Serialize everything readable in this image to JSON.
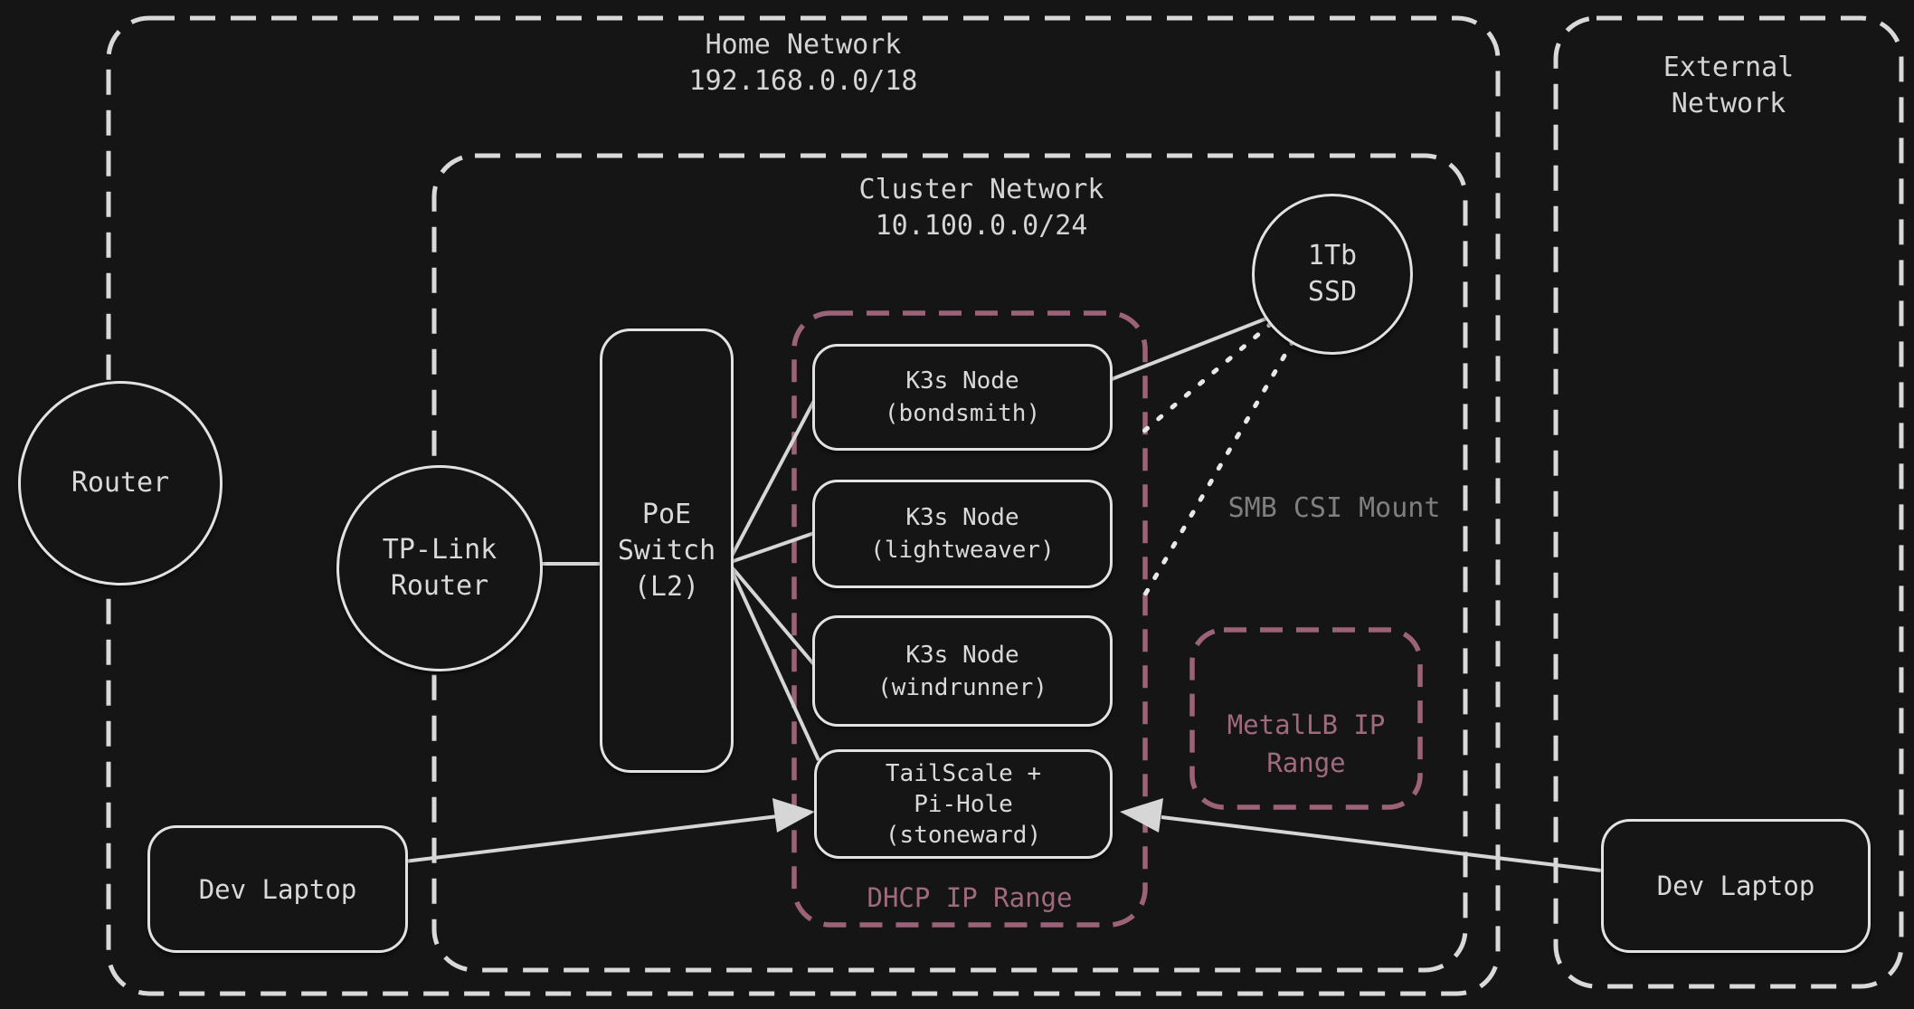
{
  "diagram": {
    "type": "network-topology",
    "containers": {
      "home": {
        "title": "Home Network\n192.168.0.0/18"
      },
      "cluster": {
        "title": "Cluster Network\n10.100.0.0/24"
      },
      "external": {
        "title": "External\nNetwork"
      },
      "dhcp": {
        "label": "DHCP IP Range"
      },
      "metallb": {
        "label": "MetalLB IP\nRange"
      }
    },
    "nodes": {
      "router": {
        "label": "Router",
        "shape": "circle"
      },
      "tplink_router": {
        "label": "TP-Link\nRouter",
        "shape": "circle"
      },
      "poe_switch": {
        "label": "PoE\nSwitch\n(L2)",
        "shape": "rounded-rect"
      },
      "k3s_bondsmith": {
        "label": "K3s Node\n(bondsmith)",
        "shape": "rounded-rect"
      },
      "k3s_lightweaver": {
        "label": "K3s Node\n(lightweaver)",
        "shape": "rounded-rect"
      },
      "k3s_windrunner": {
        "label": "K3s Node\n(windrunner)",
        "shape": "rounded-rect"
      },
      "stoneward": {
        "label": "TailScale +\nPi-Hole\n(stoneward)",
        "shape": "rounded-rect"
      },
      "ssd": {
        "label": "1Tb\nSSD",
        "shape": "circle"
      },
      "dev_laptop_left": {
        "label": "Dev Laptop",
        "shape": "rounded-rect"
      },
      "dev_laptop_right": {
        "label": "Dev Laptop",
        "shape": "rounded-rect"
      }
    },
    "edge_labels": {
      "smb_csi_mount": "SMB CSI Mount"
    },
    "edges": [
      "TP-Link Router — PoE Switch (L2)",
      "PoE Switch (L2) — K3s Node (bondsmith)",
      "PoE Switch (L2) — K3s Node (lightweaver)",
      "PoE Switch (L2) — K3s Node (windrunner)",
      "PoE Switch (L2) — TailScale + Pi-Hole (stoneward)",
      "1Tb SSD — K3s Node (bondsmith)",
      "1Tb SSD ·· SMB CSI Mount (dotted ×2)",
      "Dev Laptop (home) → TailScale + Pi-Hole (stoneward)",
      "Dev Laptop (external) → TailScale + Pi-Hole (stoneward)"
    ],
    "colors": {
      "background": "#151515",
      "line": "#d6d6d6",
      "border_light": "#e2e2e2",
      "text_light": "#d4d4d4",
      "text_muted": "#7f7f7f",
      "accent_mauve": "#9c6378"
    }
  }
}
